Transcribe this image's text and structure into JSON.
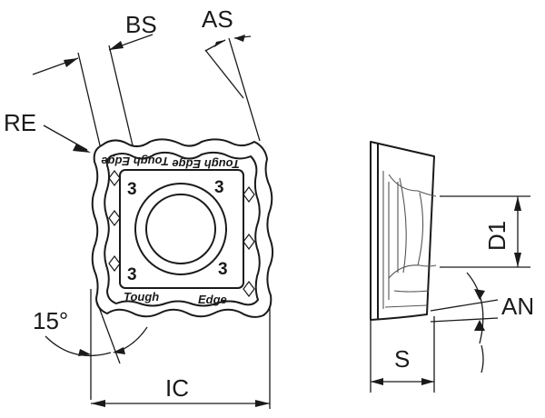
{
  "labels": {
    "bs": "BS",
    "as": "AS",
    "re": "RE",
    "angle": "15°",
    "ic": "IC",
    "d1": "D1",
    "an": "AN",
    "s": "S"
  },
  "insert_marks": {
    "grade_number": "3",
    "brand_top_left": "Tough Edge",
    "brand_top_right": "Tough Edge",
    "brand_bottom_left": "Tough",
    "brand_bottom_right": "Edge"
  }
}
